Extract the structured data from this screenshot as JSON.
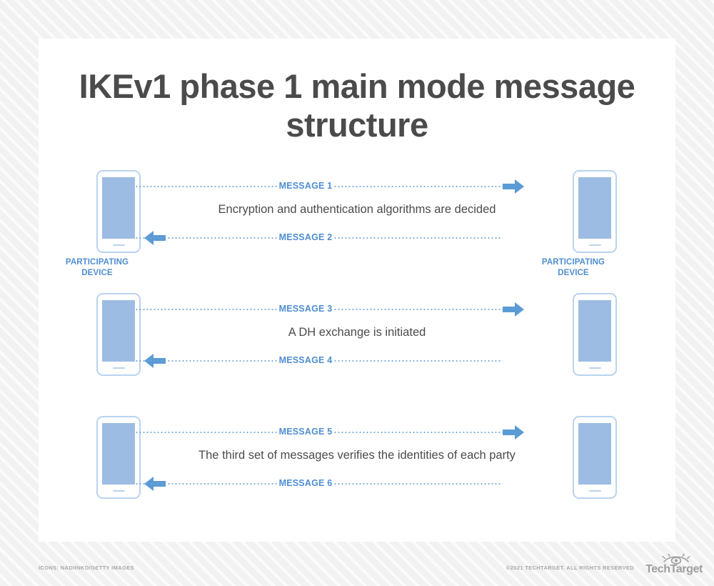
{
  "title": "IKEv1 phase 1 main mode message structure",
  "colors": {
    "accent_blue": "#4f8ed0",
    "dot_blue": "#6ea4da",
    "arrow_blue": "#5b9bd5",
    "screen_blue": "#9dbce4",
    "device_border": "#b9d3ee",
    "text_dark": "#4b4b4b",
    "footer_gray": "#a8a8a8",
    "card_bg": "#ffffff"
  },
  "device_label": "PARTICIPATING\nDEVICE",
  "device_label_line1": "PARTICIPATING",
  "device_label_line2": "DEVICE",
  "rows": [
    {
      "id": "row-1",
      "top_message_label": "MESSAGE 1",
      "top_direction": "right",
      "description": "Encryption and authentication algorithms are decided",
      "bottom_message_label": "MESSAGE 2",
      "bottom_direction": "left",
      "show_device_labels": true
    },
    {
      "id": "row-2",
      "top_message_label": "MESSAGE 3",
      "top_direction": "right",
      "description": "A DH exchange is initiated",
      "bottom_message_label": "MESSAGE 4",
      "bottom_direction": "left",
      "show_device_labels": false
    },
    {
      "id": "row-3",
      "top_message_label": "MESSAGE 5",
      "top_direction": "right",
      "description": "The third set of messages verifies the identities of each party",
      "bottom_message_label": "MESSAGE 6",
      "bottom_direction": "left",
      "show_device_labels": false
    }
  ],
  "footer": {
    "credit": "ICONS: NADIINKO/GETTY IMAGES",
    "copyright": "©2021 TECHTARGET. ALL RIGHTS RESERVED",
    "logo_text": "TechTarget",
    "logo_icon": "eye-icon"
  }
}
